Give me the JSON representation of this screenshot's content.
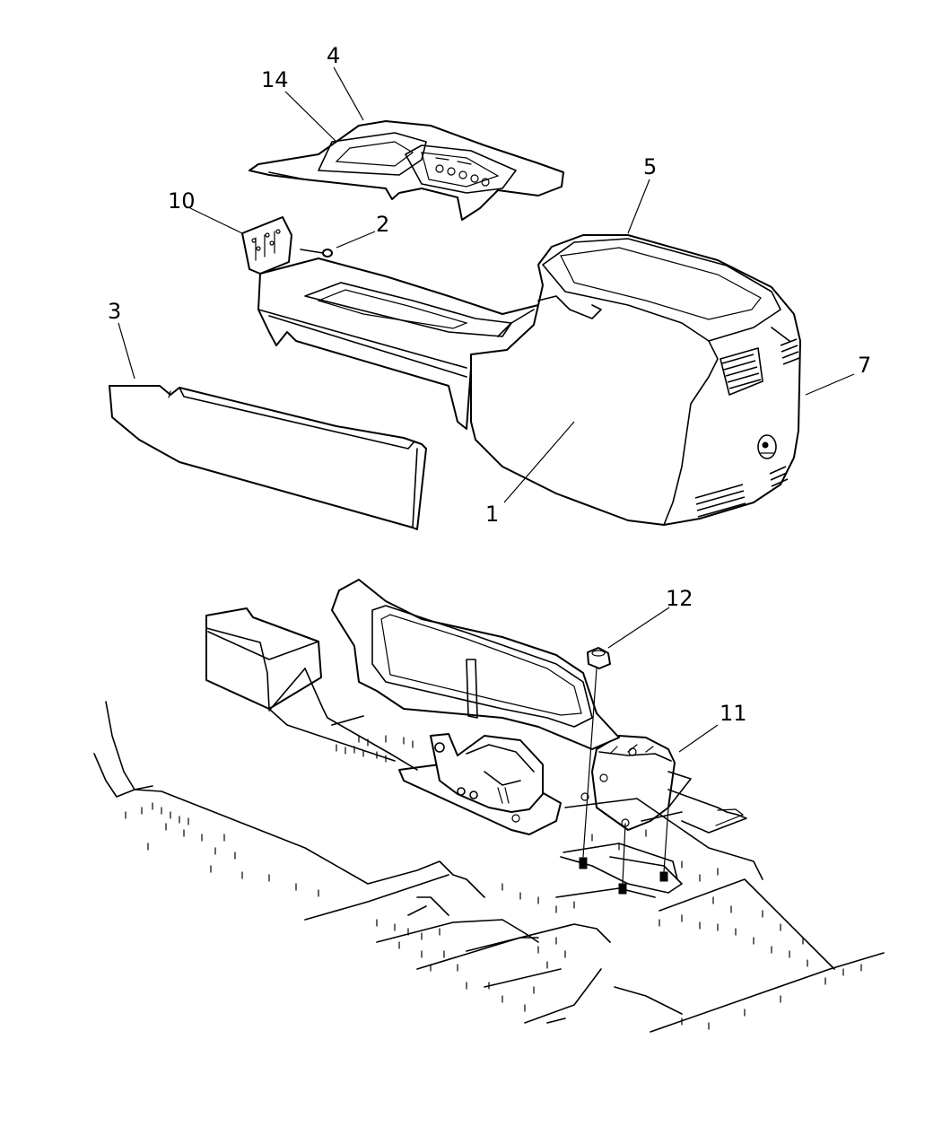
{
  "callouts": {
    "c1": "1",
    "c2": "2",
    "c3": "3",
    "c4": "4",
    "c5": "5",
    "c7": "7",
    "c10": "10",
    "c11": "11",
    "c12": "12",
    "c14": "14"
  }
}
